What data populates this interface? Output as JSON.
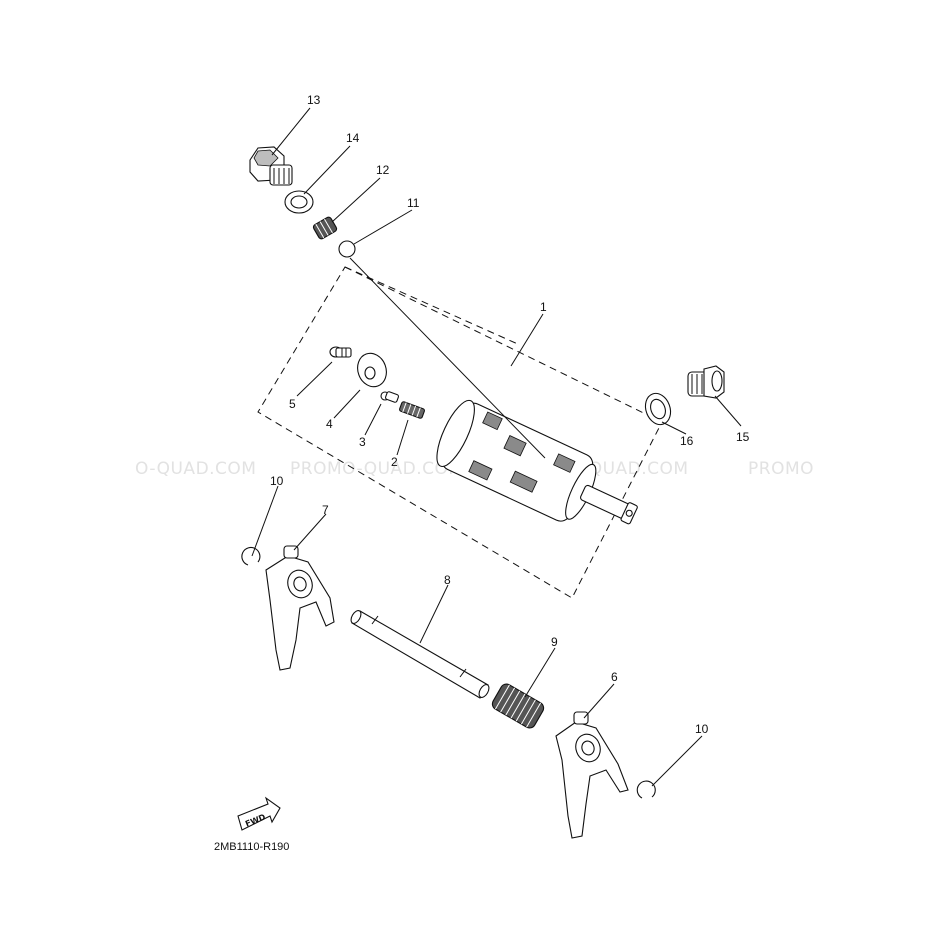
{
  "diagram": {
    "part_code": "2MB1110-R190",
    "fwd_label": "FWD",
    "watermark_segments": [
      "O-QUAD.COM",
      "PROMO-QUAD.COM",
      "PROMO-QUAD.COM",
      "PROMO"
    ],
    "callouts": {
      "c1": "1",
      "c2": "2",
      "c3": "3",
      "c4": "4",
      "c5": "5",
      "c6": "6",
      "c7": "7",
      "c8": "8",
      "c9": "9",
      "c10a": "10",
      "c10b": "10",
      "c11": "11",
      "c12": "12",
      "c13": "13",
      "c14": "14",
      "c15": "15",
      "c16": "16"
    }
  }
}
